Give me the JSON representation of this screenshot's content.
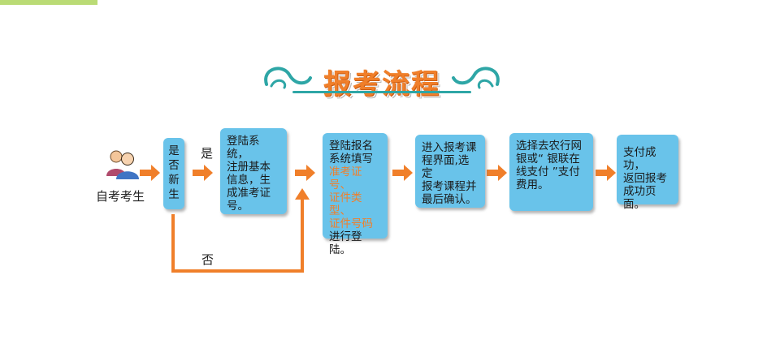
{
  "title": "报考流程",
  "start": {
    "label": "自考考生"
  },
  "decision": {
    "text": "是否新生",
    "yes": "是",
    "no": "否"
  },
  "steps": [
    {
      "lines": [
        "登陆系统，",
        "注册基本",
        "信息，生",
        "成准考证",
        "号。"
      ]
    },
    {
      "lines_before": [
        "登陆报名",
        "系统填写"
      ],
      "highlight": [
        "准考证号、",
        "证件类型、",
        "证件号码"
      ],
      "lines_after": [
        "进行登陆。"
      ]
    },
    {
      "lines": [
        "进入报考课",
        "程界面,选定",
        "报考课程并",
        "最后确认。"
      ]
    },
    {
      "lines": [
        "选择去农行网",
        "银或“ 银联在",
        "线支付 ”支付",
        "费用。"
      ]
    },
    {
      "lines": [
        "支付成功，",
        "返回报考",
        "成功页面。"
      ]
    }
  ],
  "colors": {
    "box": "#69c3ea",
    "arrow": "#f07f2a",
    "title": "#f07f2a",
    "ornament": "#2ea6a6"
  },
  "icons": {
    "start": "two-users-icon"
  }
}
